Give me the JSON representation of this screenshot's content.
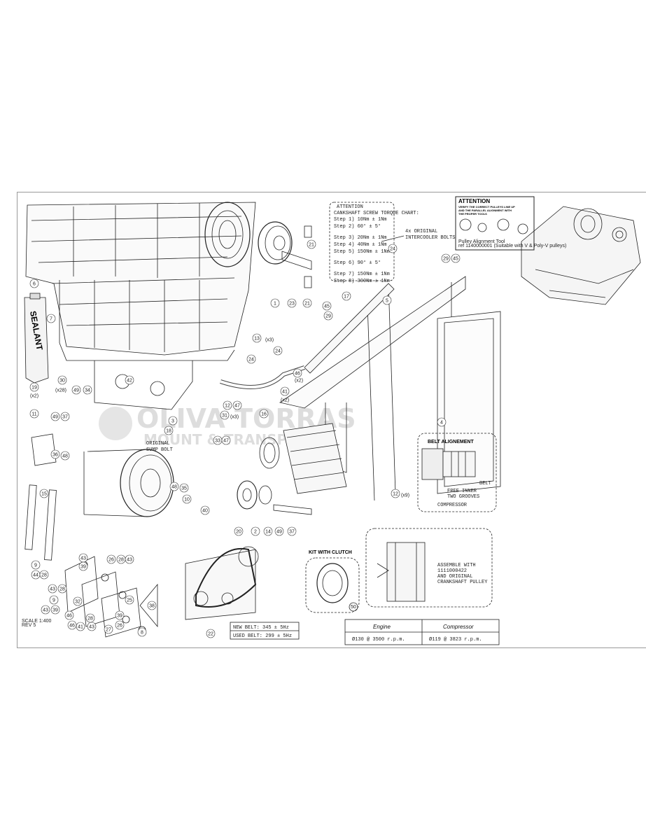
{
  "sealant_label": "SEALANT",
  "attention_torque": {
    "title": "ATTENTION",
    "subtitle": "CANKSHAFT SCREW TORQUE CHART:",
    "steps": [
      "Step 1) 10Nm ± 1Nm",
      "Step 2) 60° ± 5°",
      "Step 3) 20Nm ± 1Nm",
      "Step 4) 40Nm ± 1Nm",
      "Step 5) 150Nm ± 1Nm",
      "Step 6) 90° ± 5°",
      "Step 7) 150Nm ± 1Nm",
      "Step 8) 300Nm ± 1Nm"
    ]
  },
  "attention_pulley": {
    "title": "ATTENTION",
    "line1": "VERIFY THE CORRECT PULLEYS LINE UP",
    "line2": "AND THE PARALLEL ALIGNMENT WITH",
    "line3": "THE PROPER TOOLS",
    "tool": "Pulley Alignment Tool",
    "tool_ref": "ref 1140000001 (Suitable with V & Poly-V pulleys)"
  },
  "notes": {
    "intercooler": [
      "4x ORIGINAL",
      "INTERCOOLER BOLTS"
    ],
    "sump": [
      "ORIGINAL",
      "SUMP BOLT"
    ]
  },
  "watermark": {
    "line1": "OLIVA TORRAS",
    "line2": "MOUNT & TRANSPORTS"
  },
  "belt_alignment": {
    "title": "BELT ALIGNEMENT",
    "belt": "BELT",
    "grooves": [
      "FREE INNER",
      "TWO GROOVES"
    ],
    "compressor": "COMPRESSOR"
  },
  "kit_clutch": {
    "title": "KIT WITH CLUTCH",
    "part": "50"
  },
  "assemble": [
    "ASSEMBLE WITH",
    "1111000422",
    "AND ORIGINAL",
    "CRANKSHAFT PULLEY"
  ],
  "belt_tension": {
    "new": "NEW BELT: 345 ± 5Hz",
    "used": "USED BELT: 299 ± 5Hz"
  },
  "rpm_table": {
    "engine_header": "Engine",
    "compressor_header": "Compressor",
    "engine_value": "Ø130 @ 3500 r.p.m.",
    "compressor_value": "Ø119 @ 3823 r.p.m."
  },
  "scale": [
    "SCALE 1:400",
    "REV 5"
  ],
  "callouts": [
    {
      "t": "21"
    },
    {
      "t": "1"
    },
    {
      "t": "23"
    },
    {
      "t": "21"
    },
    {
      "t": "6"
    },
    {
      "t": "7"
    },
    {
      "t": "30"
    },
    {
      "t": "(x28)"
    },
    {
      "t": "19"
    },
    {
      "t": "(x2)"
    },
    {
      "t": "49"
    },
    {
      "t": "34"
    },
    {
      "t": "42"
    },
    {
      "t": "13"
    },
    {
      "t": "(x3)"
    },
    {
      "t": "24"
    },
    {
      "t": "24"
    },
    {
      "t": "17"
    },
    {
      "t": "5"
    },
    {
      "t": "24"
    },
    {
      "t": "29"
    },
    {
      "t": "45"
    },
    {
      "t": "45"
    },
    {
      "t": "29"
    },
    {
      "t": "46"
    },
    {
      "t": "(x2)"
    },
    {
      "t": "41"
    },
    {
      "t": "(x2)"
    },
    {
      "t": "12"
    },
    {
      "t": "47"
    },
    {
      "t": "31"
    },
    {
      "t": "(x3)"
    },
    {
      "t": "16"
    },
    {
      "t": "4"
    },
    {
      "t": "11"
    },
    {
      "t": "49"
    },
    {
      "t": "37"
    },
    {
      "t": "3"
    },
    {
      "t": "18"
    },
    {
      "t": "33"
    },
    {
      "t": "47"
    },
    {
      "t": "36"
    },
    {
      "t": "48"
    },
    {
      "t": "15"
    },
    {
      "t": "48"
    },
    {
      "t": "35"
    },
    {
      "t": "10"
    },
    {
      "t": "40"
    },
    {
      "t": "20"
    },
    {
      "t": "2"
    },
    {
      "t": "14"
    },
    {
      "t": "49"
    },
    {
      "t": "37"
    },
    {
      "t": "12"
    },
    {
      "t": "(x9)"
    },
    {
      "t": "43"
    },
    {
      "t": "39"
    },
    {
      "t": "26"
    },
    {
      "t": "28"
    },
    {
      "t": "43"
    },
    {
      "t": "9"
    },
    {
      "t": "44"
    },
    {
      "t": "28"
    },
    {
      "t": "43"
    },
    {
      "t": "28"
    },
    {
      "t": "9"
    },
    {
      "t": "32"
    },
    {
      "t": "43"
    },
    {
      "t": "39"
    },
    {
      "t": "46"
    },
    {
      "t": "46"
    },
    {
      "t": "41"
    },
    {
      "t": "43"
    },
    {
      "t": "28"
    },
    {
      "t": "27"
    },
    {
      "t": "26"
    },
    {
      "t": "39"
    },
    {
      "t": "25"
    },
    {
      "t": "38"
    },
    {
      "t": "8"
    },
    {
      "t": "22"
    }
  ]
}
